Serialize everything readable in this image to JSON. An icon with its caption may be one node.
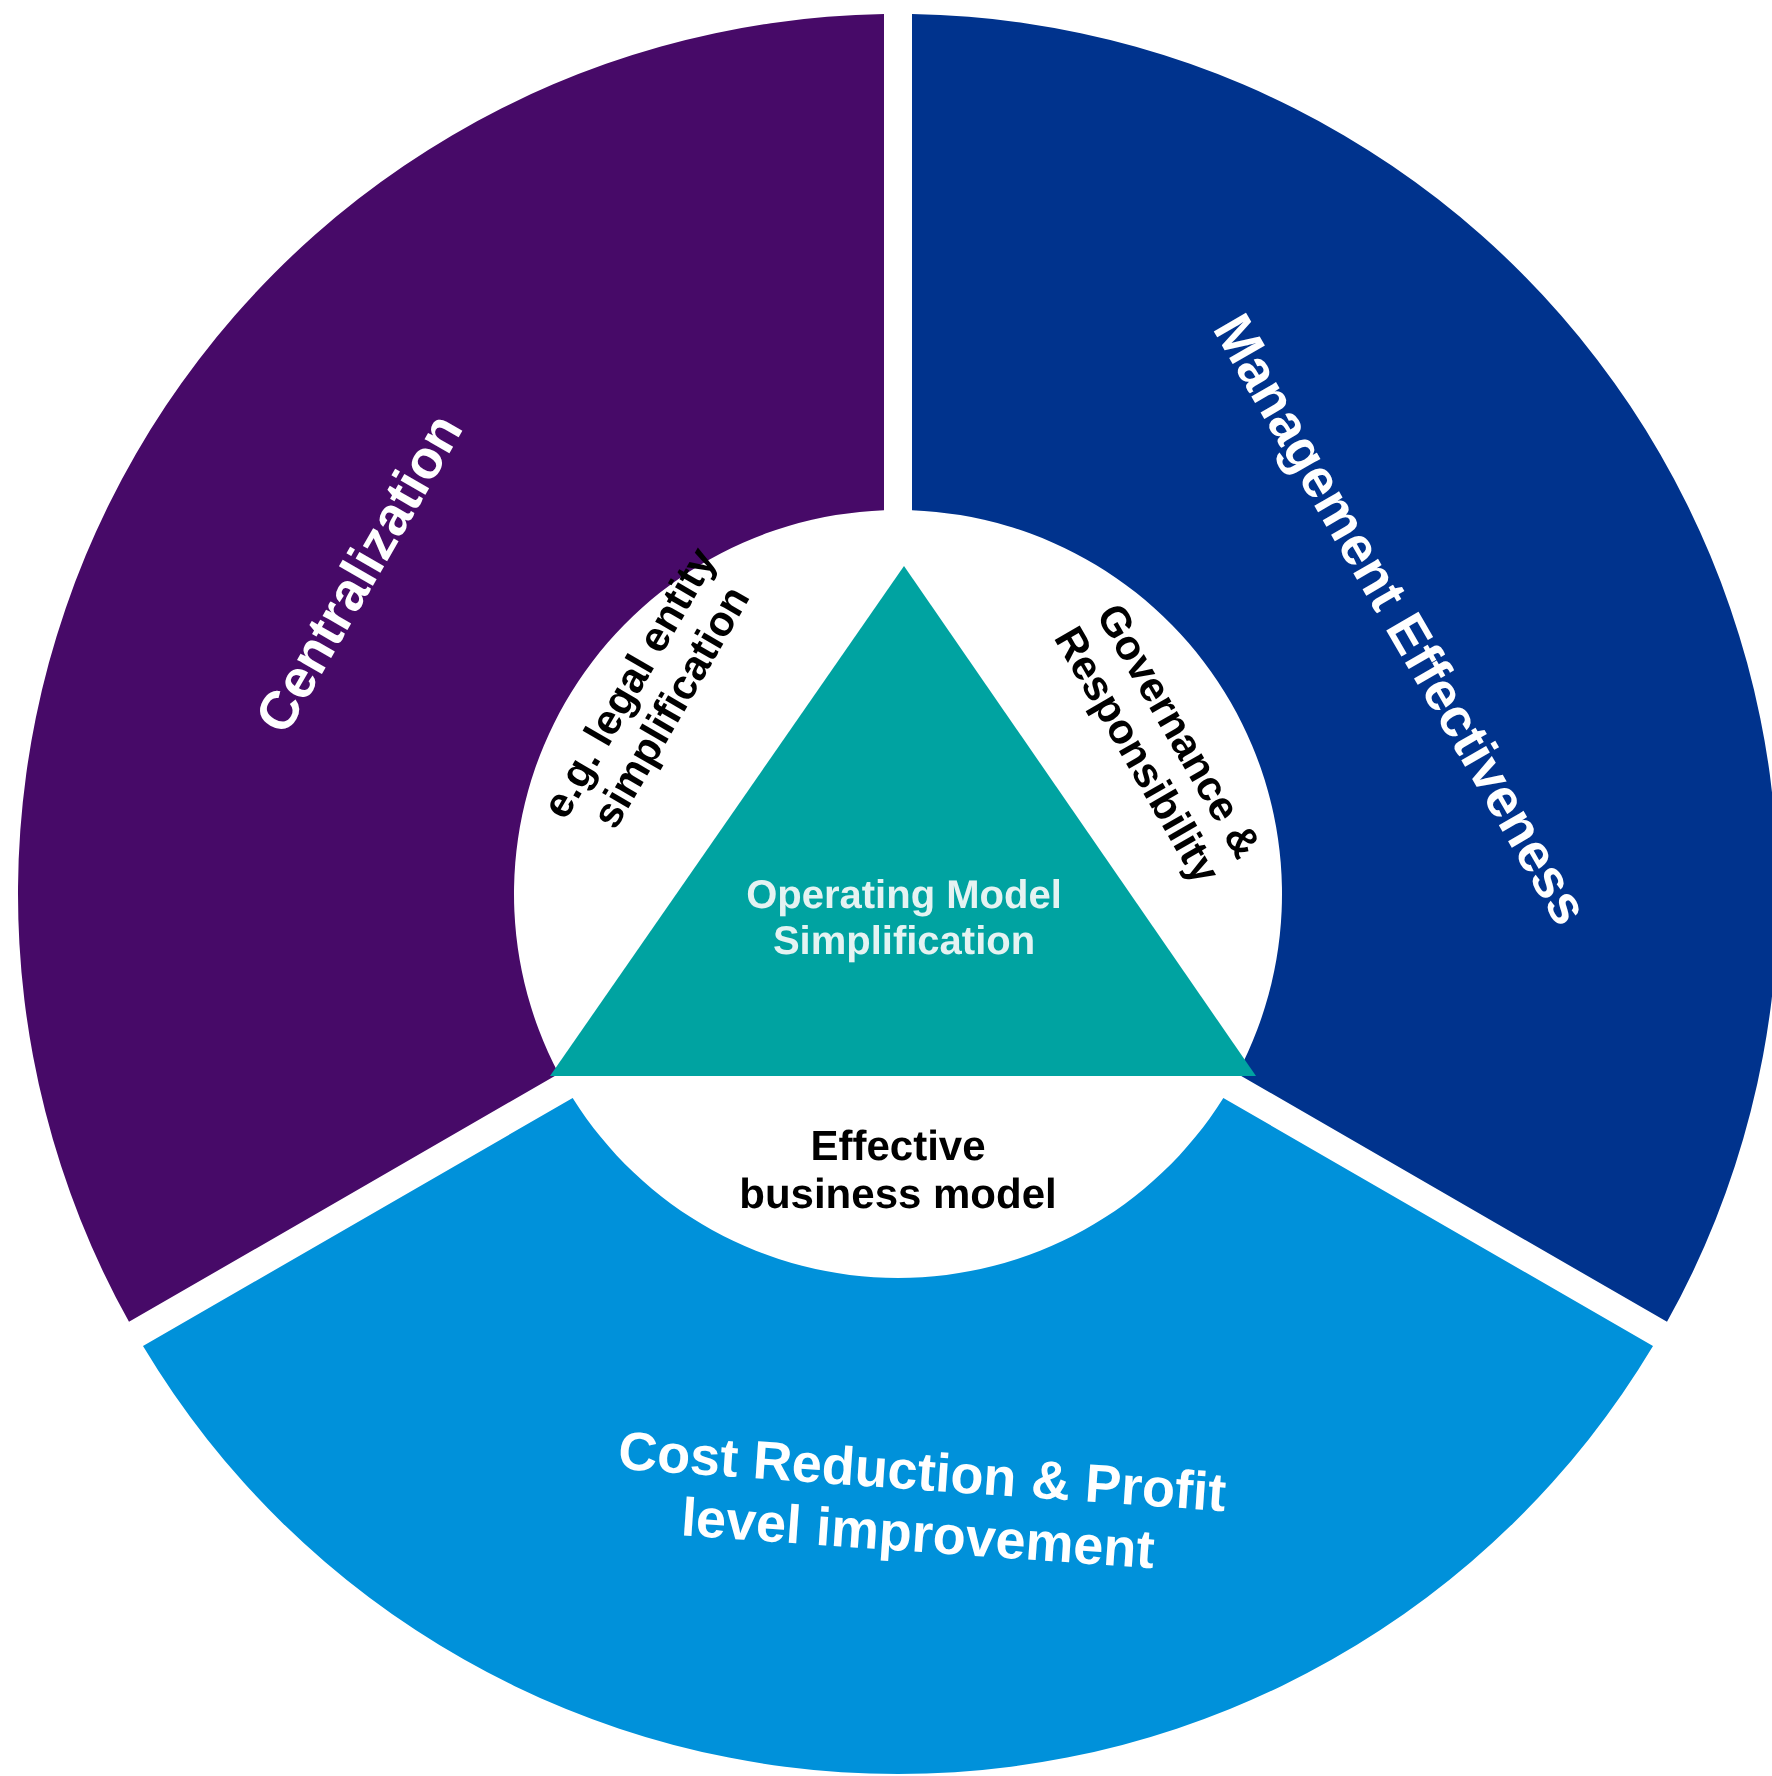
{
  "diagram": {
    "nodes": [
      {
        "text": [
          "Centralization"
        ]
      },
      {
        "text": [
          "Management Effectiveness"
        ]
      },
      {
        "text": [
          "Cost Reduction & Profit level improvement"
        ]
      },
      {
        "text": [
          "Operating Model Simplification"
        ]
      }
    ],
    "labels": [
      "e.g. legal entity simplification",
      "Governance & Responsibility",
      "Effective business model"
    ]
  }
}
